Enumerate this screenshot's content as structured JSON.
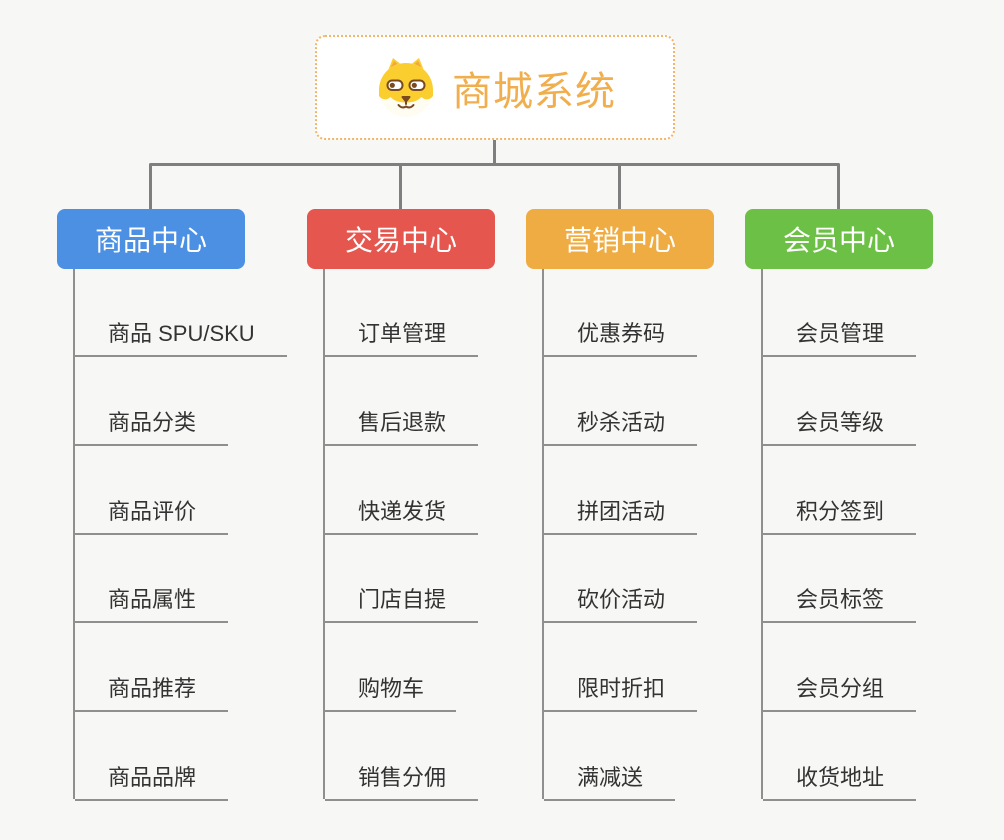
{
  "root": {
    "title": "商城系统",
    "icon": "dog-face-emoji"
  },
  "branches": [
    {
      "label": "商品中心",
      "color": "#4b90e2",
      "children": [
        "商品 SPU/SKU",
        "商品分类",
        "商品评价",
        "商品属性",
        "商品推荐",
        "商品品牌"
      ]
    },
    {
      "label": "交易中心",
      "color": "#e5564e",
      "children": [
        "订单管理",
        "售后退款",
        "快递发货",
        "门店自提",
        "购物车",
        "销售分佣"
      ]
    },
    {
      "label": "营销中心",
      "color": "#efac42",
      "children": [
        "优惠券码",
        "秒杀活动",
        "拼团活动",
        "砍价活动",
        "限时折扣",
        "满减送"
      ]
    },
    {
      "label": "会员中心",
      "color": "#6dc046",
      "children": [
        "会员管理",
        "会员等级",
        "积分签到",
        "会员标签",
        "会员分组",
        "收货地址"
      ]
    }
  ],
  "colors": {
    "background": "#f7f7f5",
    "connector": "#7f7f7f",
    "leaf_line": "#8f8f8f",
    "leaf_text": "#333333",
    "root_border": "#f6b566",
    "root_text": "#f1ae4d"
  }
}
